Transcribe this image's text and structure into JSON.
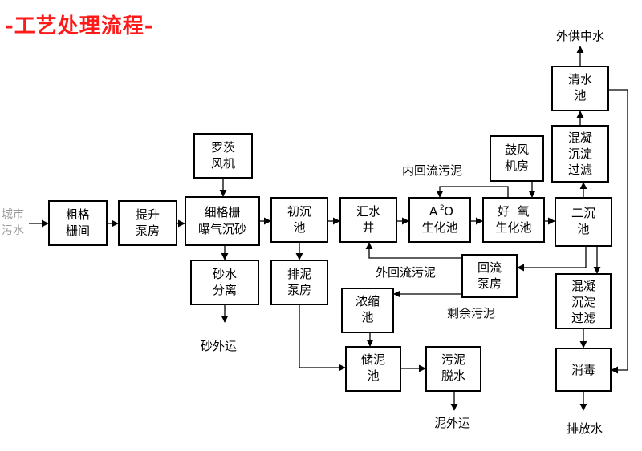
{
  "title": "-工艺处理流程-",
  "inlet": [
    "城市",
    "污水"
  ],
  "boxes": {
    "coarse_screen": [
      "粗格",
      "栅间"
    ],
    "lift_pump": [
      "提升",
      "泵房"
    ],
    "fine_screen": [
      "细格栅",
      "曝气沉砂"
    ],
    "blower_roots": [
      "罗茨",
      "风机"
    ],
    "sand_separator": [
      "砂水",
      "分离"
    ],
    "primary_settling": [
      "初沉",
      "池"
    ],
    "sludge_pump": [
      "排泥",
      "泵房"
    ],
    "collection_well": [
      "汇水",
      "井"
    ],
    "a2o": [
      "生化池"
    ],
    "a2o_sup": "2",
    "a2o_a": "A",
    "a2o_o": "O",
    "aerobic": [
      "好  氧",
      "生化池"
    ],
    "blower_room": [
      "鼓风",
      "机房"
    ],
    "secondary_settling": [
      "二沉",
      "池"
    ],
    "coag_filter_top": [
      "混凝",
      "沉淀",
      "过滤"
    ],
    "clear_pool": [
      "清水",
      "池"
    ],
    "return_pump": [
      "回流",
      "泵房"
    ],
    "thickener": [
      "浓缩",
      "池"
    ],
    "sludge_storage": [
      "储泥",
      "池"
    ],
    "dewatering": [
      "污泥",
      "脱水"
    ],
    "coag_filter_bottom": [
      "混凝",
      "沉淀",
      "过滤"
    ],
    "disinfection": [
      "消毒"
    ]
  },
  "labels": {
    "internal_return": "内回流污泥",
    "external_return": "外回流污泥",
    "excess_sludge": "剩余污泥",
    "sand_out": "砂外运",
    "sludge_out": "泥外运",
    "supply_water": "外供中水",
    "discharge": "排放水"
  }
}
